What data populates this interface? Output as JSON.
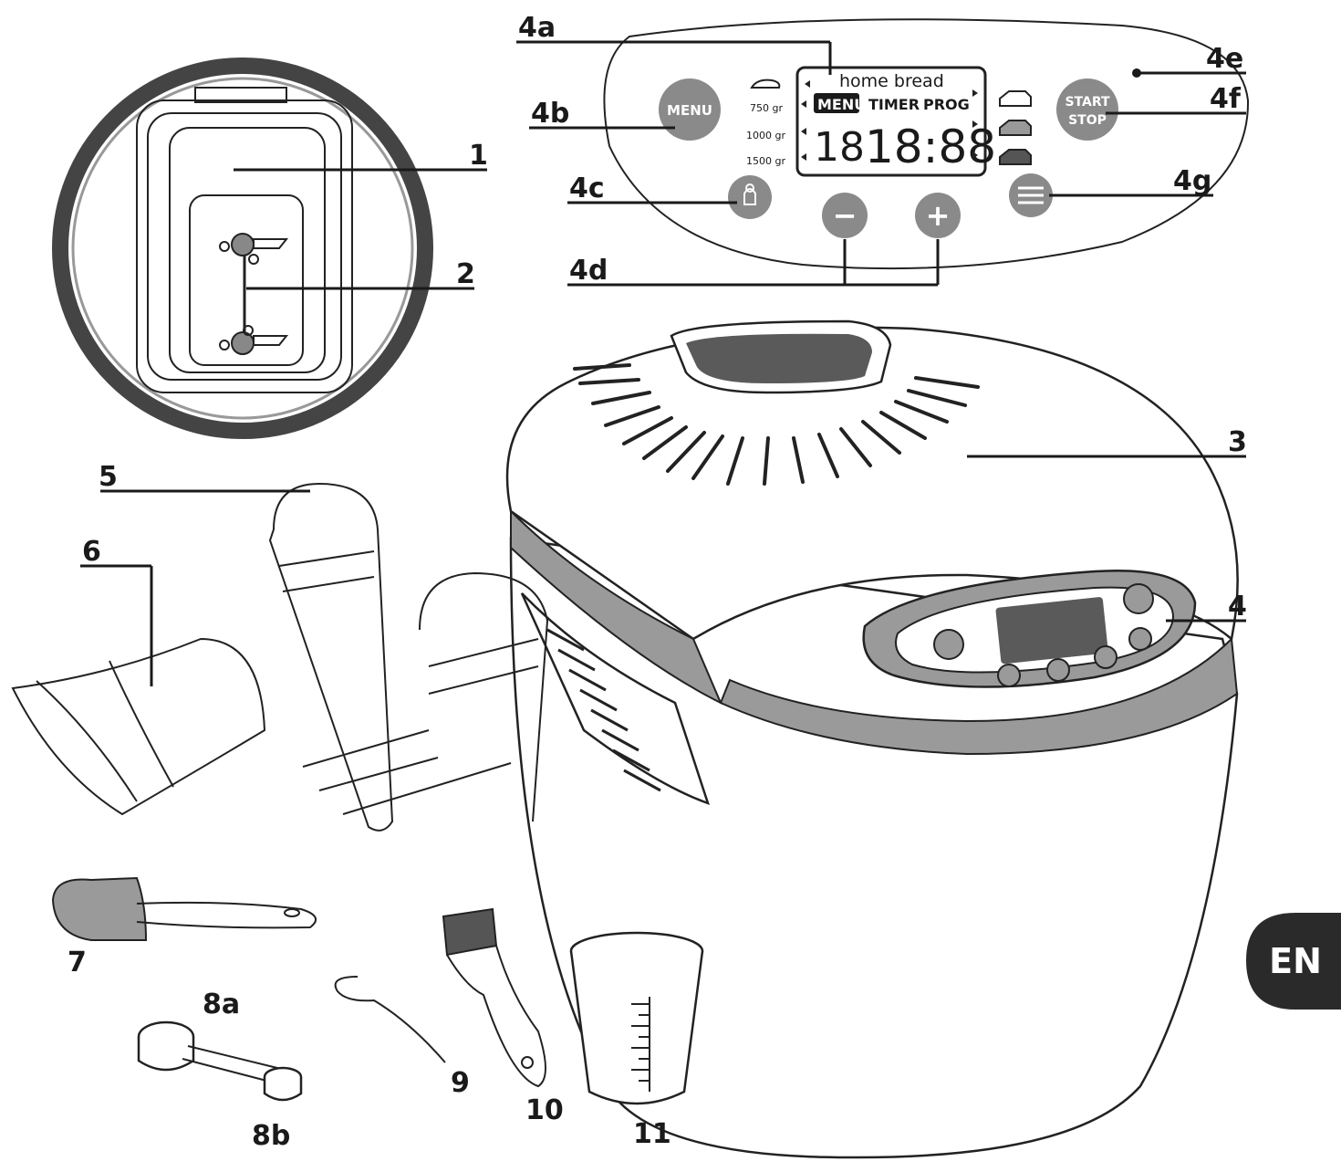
{
  "panel": {
    "lcd_top": "home bread",
    "lcd_menu": "MENU",
    "lcd_timer": "TIMER",
    "lcd_prog": "PROG",
    "lcd_prog_num": "18",
    "lcd_time": "18:88",
    "weights": [
      "750 gr",
      "1000 gr",
      "1500 gr"
    ],
    "menu_button": "MENU",
    "start_line1": "START",
    "start_line2": "STOP",
    "minus_symbol": "−",
    "plus_symbol": "+"
  },
  "callouts": {
    "c4a": "4a",
    "c4b": "4b",
    "c4c": "4c",
    "c4d": "4d",
    "c4e": "4e",
    "c4f": "4f",
    "c4g": "4g",
    "c1": "1",
    "c2": "2",
    "c3": "3",
    "c4": "4",
    "c5": "5",
    "c6": "6",
    "c7": "7",
    "c8a": "8a",
    "c8b": "8b",
    "c9": "9",
    "c10": "10",
    "c11": "11"
  },
  "language_tab": "EN",
  "colors": {
    "ink": "#1a1a1a",
    "grey_band": "#9a9a9a",
    "button_grey": "#8a8a8a",
    "tab": "#2a2a2a"
  }
}
